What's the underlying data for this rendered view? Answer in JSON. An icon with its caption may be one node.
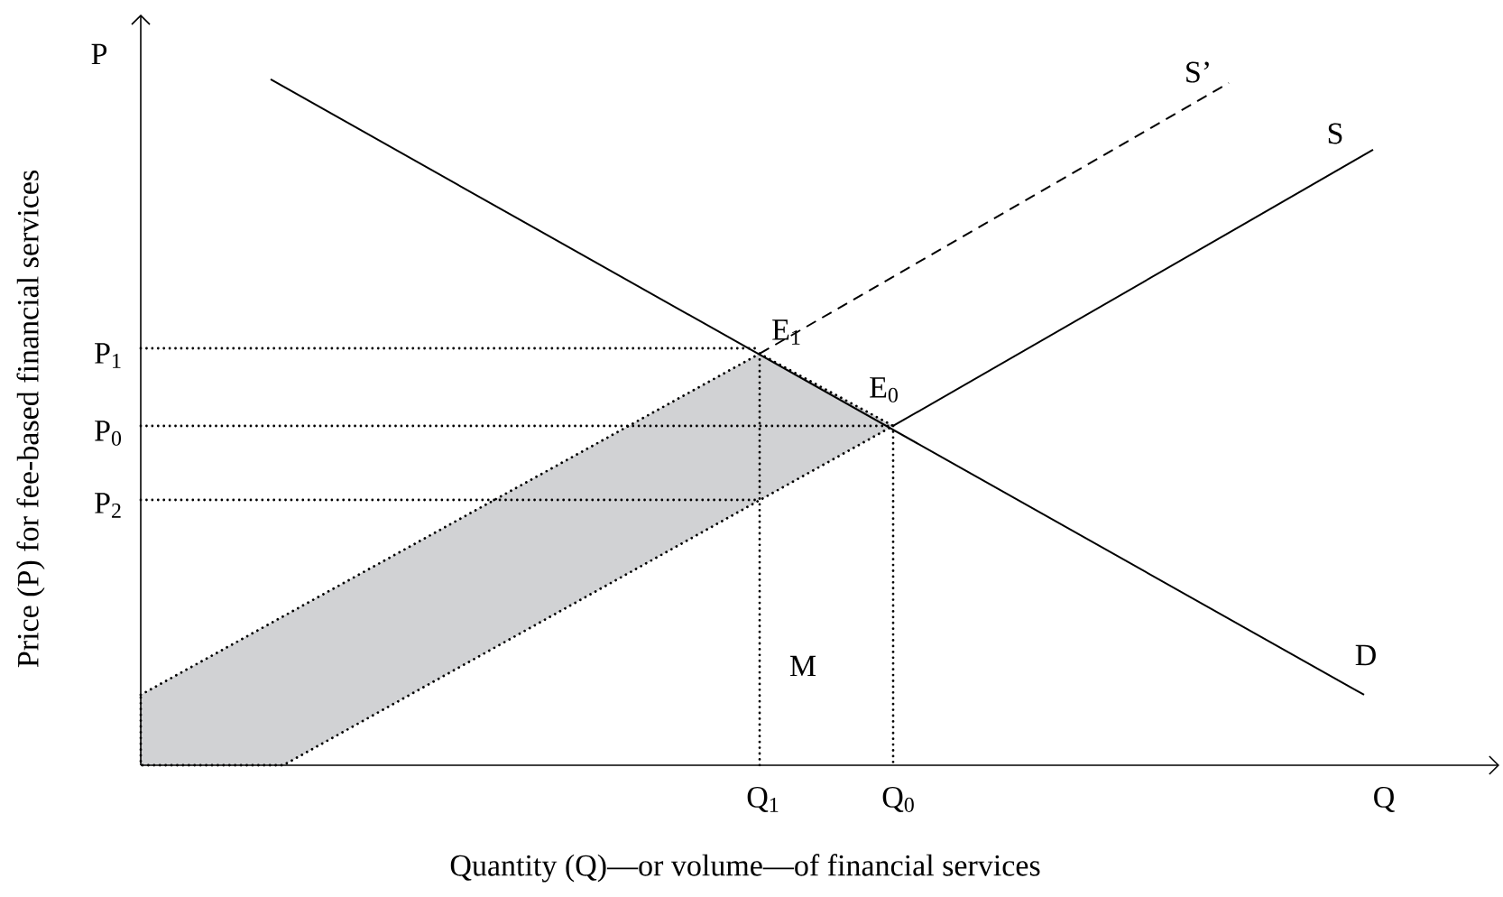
{
  "diagram": {
    "labels": [
      "P",
      "S’",
      "S",
      "E$_{1}$",
      "P$_{1}$",
      "E$_{0}$",
      "P$_{0}$",
      "P$_{2}$",
      "M",
      "D",
      "Q$_{1}$",
      "Q$_{0}$",
      "Q",
      "Quantity (Q)—or volume—of financial services",
      "Price (P) for fee-based financial services"
    ]
  }
}
